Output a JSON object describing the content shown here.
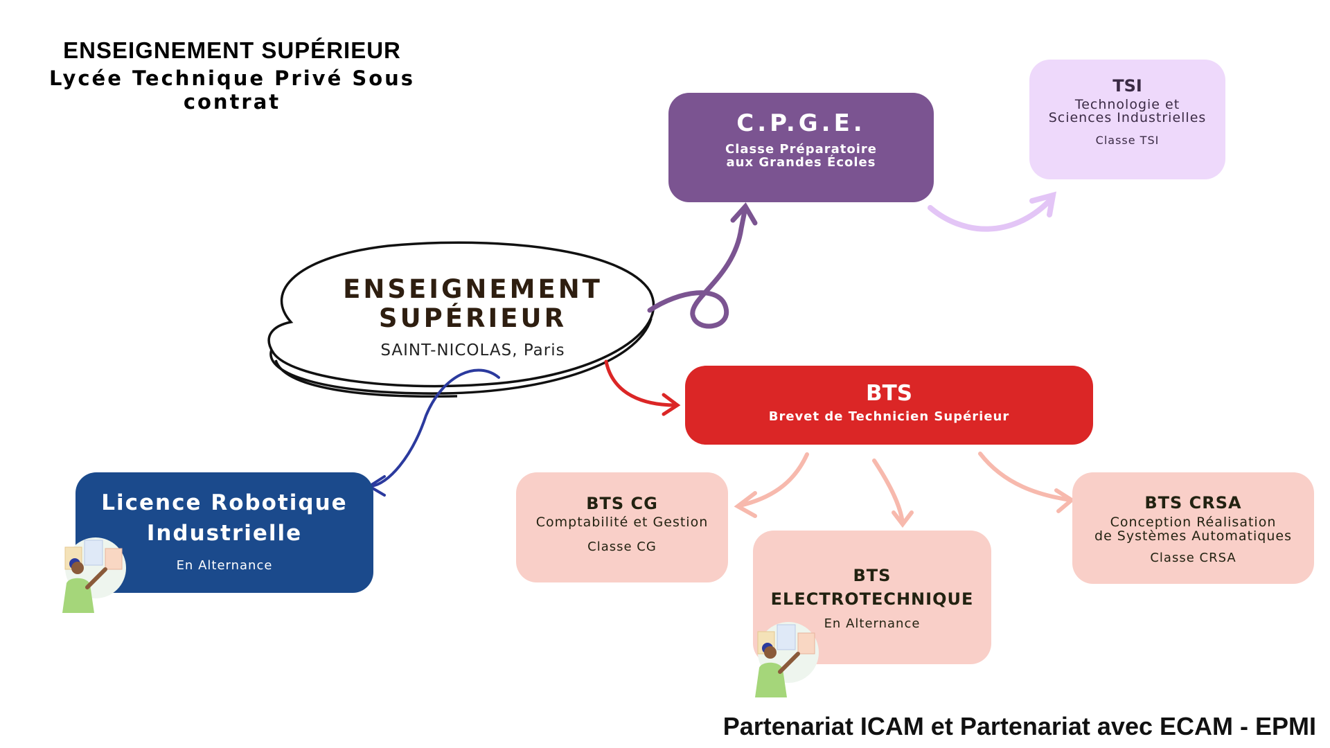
{
  "header": {
    "title": "ENSEIGNEMENT SUPÉRIEUR",
    "subtitle": "Lycée Technique Privé Sous contrat"
  },
  "center": {
    "title": "ENSEIGNEMENT\nSUPÉRIEUR",
    "subtitle": "SAINT-NICOLAS, Paris"
  },
  "cpge": {
    "title": "C.P.G.E.",
    "subtitle": "Classe Préparatoire\naux Grandes Écoles",
    "color": "#7b5491"
  },
  "tsi": {
    "title": "TSI",
    "subtitle": "Technologie et\nSciences Industrielles",
    "class": "Classe TSI",
    "color": "#eed9fb"
  },
  "bts": {
    "title": "BTS",
    "subtitle": "Brevet de Technicien Supérieur",
    "color": "#db2626"
  },
  "licence": {
    "title": "Licence Robotique\nIndustrielle",
    "subtitle": "En Alternance",
    "color": "#1b4a8c"
  },
  "bts_cg": {
    "title": "BTS CG",
    "subtitle": "Comptabilité et Gestion",
    "class": "Classe CG"
  },
  "bts_elec": {
    "title": "BTS\nELECTROTECHNIQUE",
    "subtitle": "En Alternance"
  },
  "bts_crsa": {
    "title": "BTS CRSA",
    "subtitle": "Conception Réalisation\nde Systèmes Automatiques",
    "class": "Classe CRSA"
  },
  "footer": "Partenariat ICAM et Partenariat avec ECAM - EPMI",
  "colors": {
    "pink_box": "#f9cfc8",
    "pink_arrow": "#f7b9ad",
    "lilac_arrow": "#e3c5f6",
    "red_arrow": "#db2626",
    "purple_arrow": "#7b5491",
    "blue_arrow": "#2b3a9e"
  }
}
